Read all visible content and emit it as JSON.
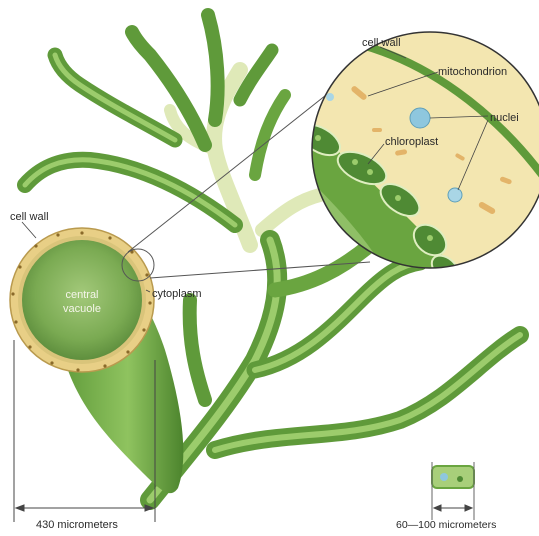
{
  "labels": {
    "cell_wall_left": "cell wall",
    "central_vacuole_line1": "central",
    "central_vacuole_line2": "vacuole",
    "cytoplasm": "cytoplasm",
    "cell_wall_inset": "cell wall",
    "mitochondrion": "mitochondrion",
    "nuclei": "nuclei",
    "chloroplast": "chloroplast",
    "scale_large": "430 micrometers",
    "scale_small": "60—100 micrometers"
  },
  "colors": {
    "filament_dark": "#5f9a3a",
    "filament_light": "#a8cf7a",
    "filament_pale": "#dfe9b8",
    "cell_wall": "#e8cf86",
    "vacuole": "#7fae55",
    "inset_cytoplasm": "#f3e6b0",
    "chloroplast": "#4f8a34",
    "nucleus": "#8ec7de",
    "mitochondrion": "#e3b469"
  }
}
